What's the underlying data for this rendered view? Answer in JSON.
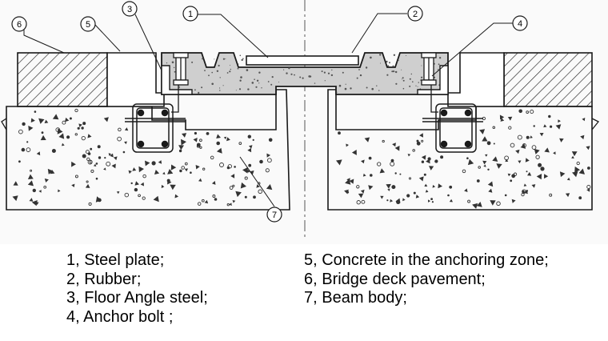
{
  "callouts": [
    "1",
    "2",
    "3",
    "4",
    "5",
    "6",
    "7"
  ],
  "legend": {
    "left": [
      "1, Steel plate;",
      "2, Rubber;",
      "3, Floor Angle steel;",
      "4, Anchor bolt ;"
    ],
    "right": [
      "5, Concrete in the anchoring zone;",
      "6, Bridge deck pavement;",
      "7, Beam body;"
    ]
  },
  "colors": {
    "background": "#ffffff",
    "paper": "#fafafa",
    "ink": "#1a1a1a",
    "rubber": "#cfcfcf",
    "concrete_dots": "#333333"
  }
}
